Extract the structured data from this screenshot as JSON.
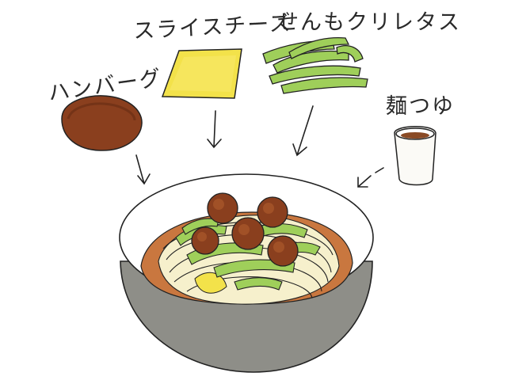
{
  "labels": {
    "hamburg": "ハンバーグ",
    "cheese": "スライスチーズ",
    "lettuce": "せんもクリレタス",
    "tsuyu": "麺つゆ"
  },
  "colors": {
    "patty": "#8a3f1e",
    "cheese": "#f3e24a",
    "lettuce": "#9fcf5a",
    "bowl": "#8e8e88",
    "broth": "#c9773f",
    "noodles": "#f6f0cc",
    "ink": "#222222"
  }
}
